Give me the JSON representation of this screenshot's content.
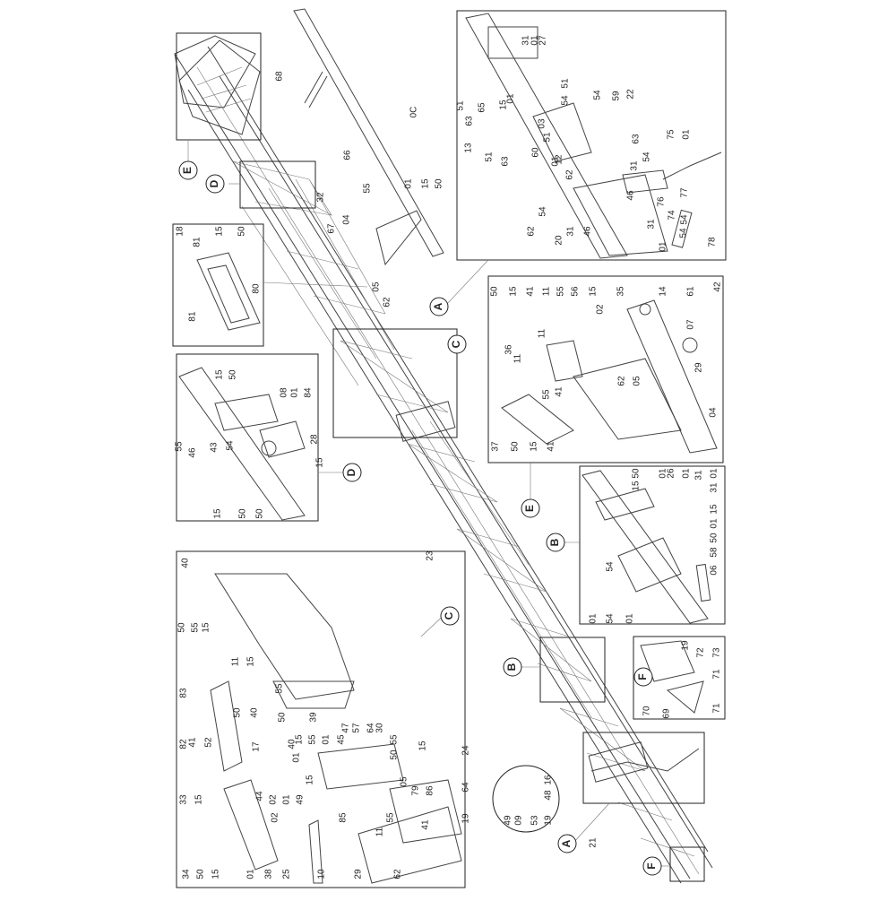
{
  "views": [
    {
      "id": "A",
      "letter": "A",
      "labels": [
        "31",
        "01",
        "27",
        "51",
        "63",
        "65",
        "15",
        "01",
        "54",
        "51",
        "54",
        "59",
        "22",
        "03",
        "51",
        "13",
        "51",
        "63",
        "60",
        "12",
        "54",
        "01",
        "63",
        "54",
        "75",
        "01",
        "31",
        "77",
        "62",
        "46",
        "76",
        "54",
        "74",
        "31",
        "62",
        "20",
        "31",
        "46",
        "54",
        "01",
        "78"
      ]
    },
    {
      "id": "E",
      "letter": "E",
      "labels": [
        "50",
        "15",
        "41",
        "11",
        "55",
        "56",
        "11",
        "15",
        "02",
        "35",
        "14",
        "61",
        "07",
        "42",
        "36",
        "29",
        "11",
        "55",
        "41",
        "62",
        "05",
        "04",
        "37",
        "50",
        "15",
        "41"
      ]
    },
    {
      "id": "B",
      "letter": "B",
      "labels": [
        "50",
        "15",
        "01",
        "26",
        "01",
        "31",
        "01",
        "15",
        "31",
        "01",
        "50",
        "58",
        "06",
        "54",
        "01",
        "54",
        "01"
      ]
    },
    {
      "id": "F",
      "letter": "F",
      "labels": [
        "19",
        "72",
        "73",
        "71",
        "70",
        "69",
        "71"
      ]
    },
    {
      "id": "E2",
      "letter": "E",
      "labels": []
    },
    {
      "id": "D",
      "letter": "D",
      "labels": [
        "15",
        "50",
        "08",
        "01",
        "84",
        "55",
        "46",
        "43",
        "54",
        "28",
        "15",
        "15",
        "50",
        "50"
      ]
    },
    {
      "id": "D2",
      "letter": "D",
      "labels": []
    },
    {
      "id": "R",
      "letter": "",
      "labels": [
        "18",
        "81",
        "15",
        "50",
        "80",
        "81"
      ]
    },
    {
      "id": "C",
      "letter": "C",
      "labels": [
        "40",
        "50",
        "55",
        "15",
        "11",
        "15",
        "83",
        "50",
        "40",
        "82",
        "41",
        "52",
        "55",
        "50",
        "39",
        "15",
        "55",
        "01",
        "45",
        "47",
        "57",
        "64",
        "30",
        "55",
        "50",
        "15",
        "40",
        "01",
        "17",
        "15",
        "33",
        "15",
        "02",
        "01",
        "44",
        "49",
        "24",
        "64",
        "05",
        "79",
        "86",
        "19",
        "85",
        "55",
        "11",
        "41",
        "34",
        "50",
        "15",
        "02",
        "01",
        "38",
        "25",
        "10",
        "29",
        "62"
      ]
    },
    {
      "id": "C2",
      "letter": "C",
      "labels": []
    },
    {
      "id": "B2",
      "letter": "B",
      "labels": []
    },
    {
      "id": "A2",
      "letter": "A",
      "labels": []
    },
    {
      "id": "F2",
      "letter": "F",
      "labels": []
    }
  ],
  "main_labels": [
    "68",
    "0C",
    "66",
    "32",
    "55",
    "01",
    "15",
    "50",
    "67",
    "04",
    "05",
    "62",
    "23",
    "21",
    "16",
    "48",
    "49",
    "09",
    "53",
    "19"
  ]
}
